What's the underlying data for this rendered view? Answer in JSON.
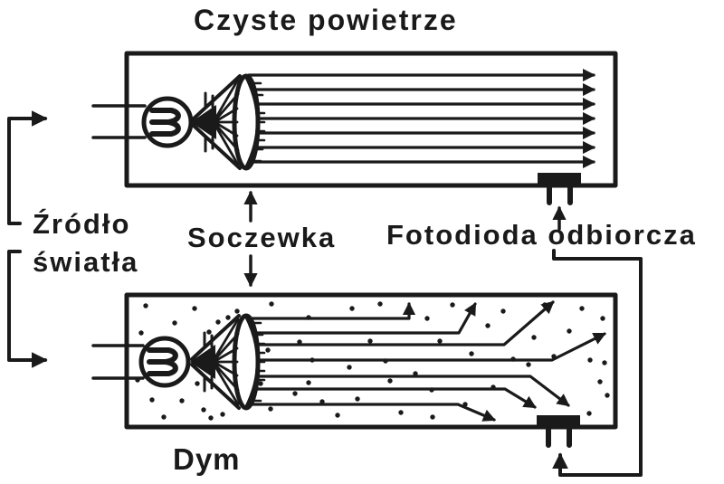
{
  "title": "Czyste powietrze",
  "labels": {
    "light_source_line1": "Źródło",
    "light_source_line2": "światła",
    "lens": "Soczewka",
    "photodiode": "Fotodioda odbiorcza",
    "smoke": "Dym"
  },
  "colors": {
    "ink": "#1a1a1a",
    "background": "#ffffff"
  }
}
